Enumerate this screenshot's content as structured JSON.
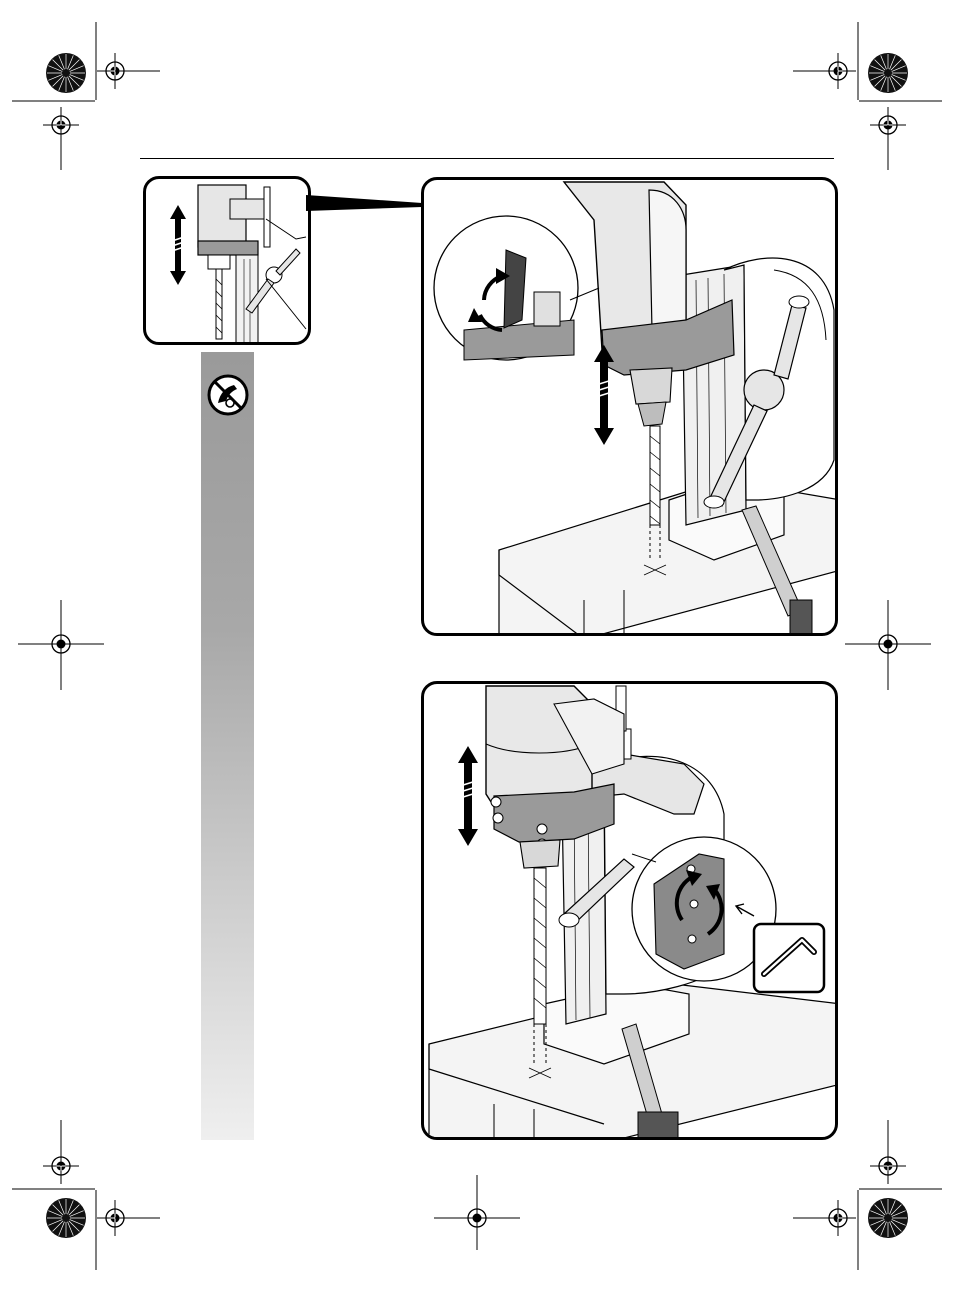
{
  "page": {
    "background": "#ffffff",
    "ink": "#000000",
    "sidebar_gradient": [
      "#9a9a9a",
      "#efefef"
    ]
  },
  "icons": {
    "registration_marks": "crosshair-registration-icon",
    "color_wheels": "color-calibration-wheel-icon",
    "safety": "no-hand-drill-warning-icon",
    "hex_key": "allen-key-icon",
    "rotate": "rotate-arrows-icon",
    "updown": "up-down-arrow-icon"
  },
  "figures": [
    {
      "id": "thumbnail",
      "subject": "drill-stand-detail"
    },
    {
      "id": "figure-top",
      "subject": "lever-adjustment"
    },
    {
      "id": "figure-bottom",
      "subject": "hex-screw-adjustment"
    }
  ]
}
